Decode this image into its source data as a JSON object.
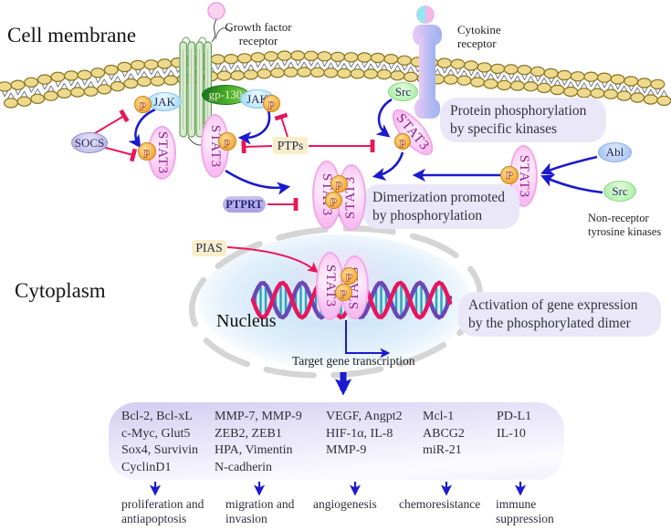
{
  "colors": {
    "arrow_blue": "#1a1ace",
    "inhibit_red": "#e8175a",
    "membrane_head_fill": "#eeda8e",
    "membrane_head_stroke": "#8a7423",
    "membrane_tail": "#4b5563",
    "dna_strand_front": "#e8155e",
    "dna_strand_back": "#6b46b4",
    "dna_basepair": "#2aa3b8",
    "nucleus_blue": "#cfe6f7",
    "stat3_pink": "#f7bdf0",
    "phospho_orange": "#f1a127",
    "annotation_lavender": "#e9e7f8"
  },
  "regions": {
    "cell_membrane": "Cell membrane",
    "cytoplasm": "Cytoplasm",
    "nucleus": "Nucleus"
  },
  "receptors": {
    "growth_factor": {
      "line1": "Growth factor",
      "line2": "receptor"
    },
    "cytokine": {
      "line1": "Cytokine",
      "line2": "receptor"
    }
  },
  "molecules": {
    "jak": "JAK",
    "gp130": "gp-130",
    "socs": "SOCS",
    "stat3": "STAT3",
    "src": "Src",
    "abl": "Abl",
    "ptps": "PTPs",
    "ptprt": "PTPRT",
    "pias": "PIAS",
    "p_lower": "p",
    "p_upper": "P"
  },
  "annotations": {
    "protein_phosphorylation": {
      "line1": "Protein phosphorylation",
      "line2": "by specific kinases"
    },
    "dimerization": {
      "line1": "Dimerization promoted",
      "line2": "by phosphorylation"
    },
    "activation": {
      "line1": "Activation of gene expression",
      "line2": "by the phosphorylated dimer"
    },
    "non_receptor_kinases": {
      "line1": "Non-receptor",
      "line2": "tyrosine kinases"
    },
    "target_gene_transcription": "Target gene transcription"
  },
  "gene_groups": [
    {
      "genes": [
        "Bcl-2, Bcl-xL",
        "c-Myc, Glut5",
        "Sox4, Survivin",
        "CyclinD1"
      ],
      "outcome": [
        "proliferation and",
        "antiapoptosis"
      ]
    },
    {
      "genes": [
        "MMP-7, MMP-9",
        "ZEB2, ZEB1",
        "HPA, Vimentin",
        "N-cadherin"
      ],
      "outcome": [
        "migration and",
        "invasion"
      ]
    },
    {
      "genes": [
        "VEGF, Angpt2",
        "HIF-1α, IL-8",
        "MMP-9"
      ],
      "outcome": [
        "angiogenesis"
      ]
    },
    {
      "genes": [
        "Mcl-1",
        "ABCG2",
        "miR-21"
      ],
      "outcome": [
        "chemoresistance"
      ]
    },
    {
      "genes": [
        "PD-L1",
        "IL-10"
      ],
      "outcome": [
        "immune",
        "suppression"
      ]
    }
  ]
}
